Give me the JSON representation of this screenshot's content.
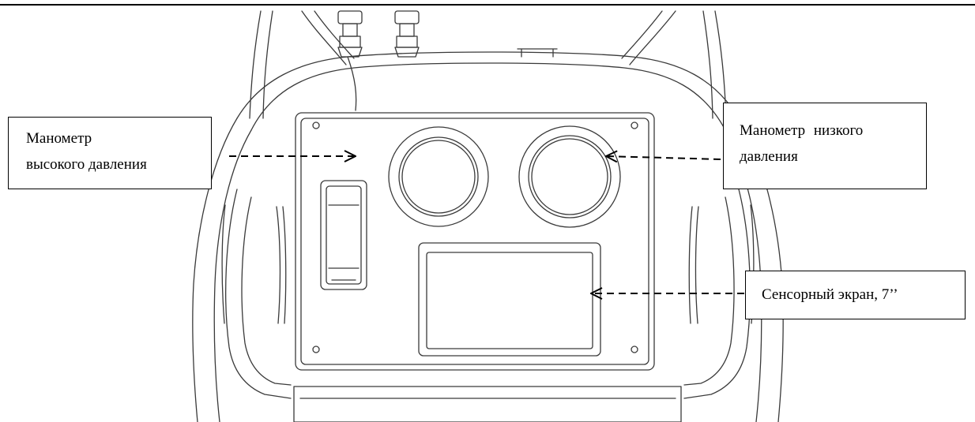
{
  "callouts": {
    "high_pressure_gauge": {
      "line1": "Манометр",
      "line2": "высокого давления"
    },
    "low_pressure_gauge": {
      "line1": "Манометр  низкого",
      "line2": "давления"
    },
    "touch_screen": {
      "line1": "Сенсорный экран, 7’’"
    }
  },
  "colors": {
    "line": "#3a3a3a",
    "text": "#000000",
    "background": "#ffffff"
  }
}
